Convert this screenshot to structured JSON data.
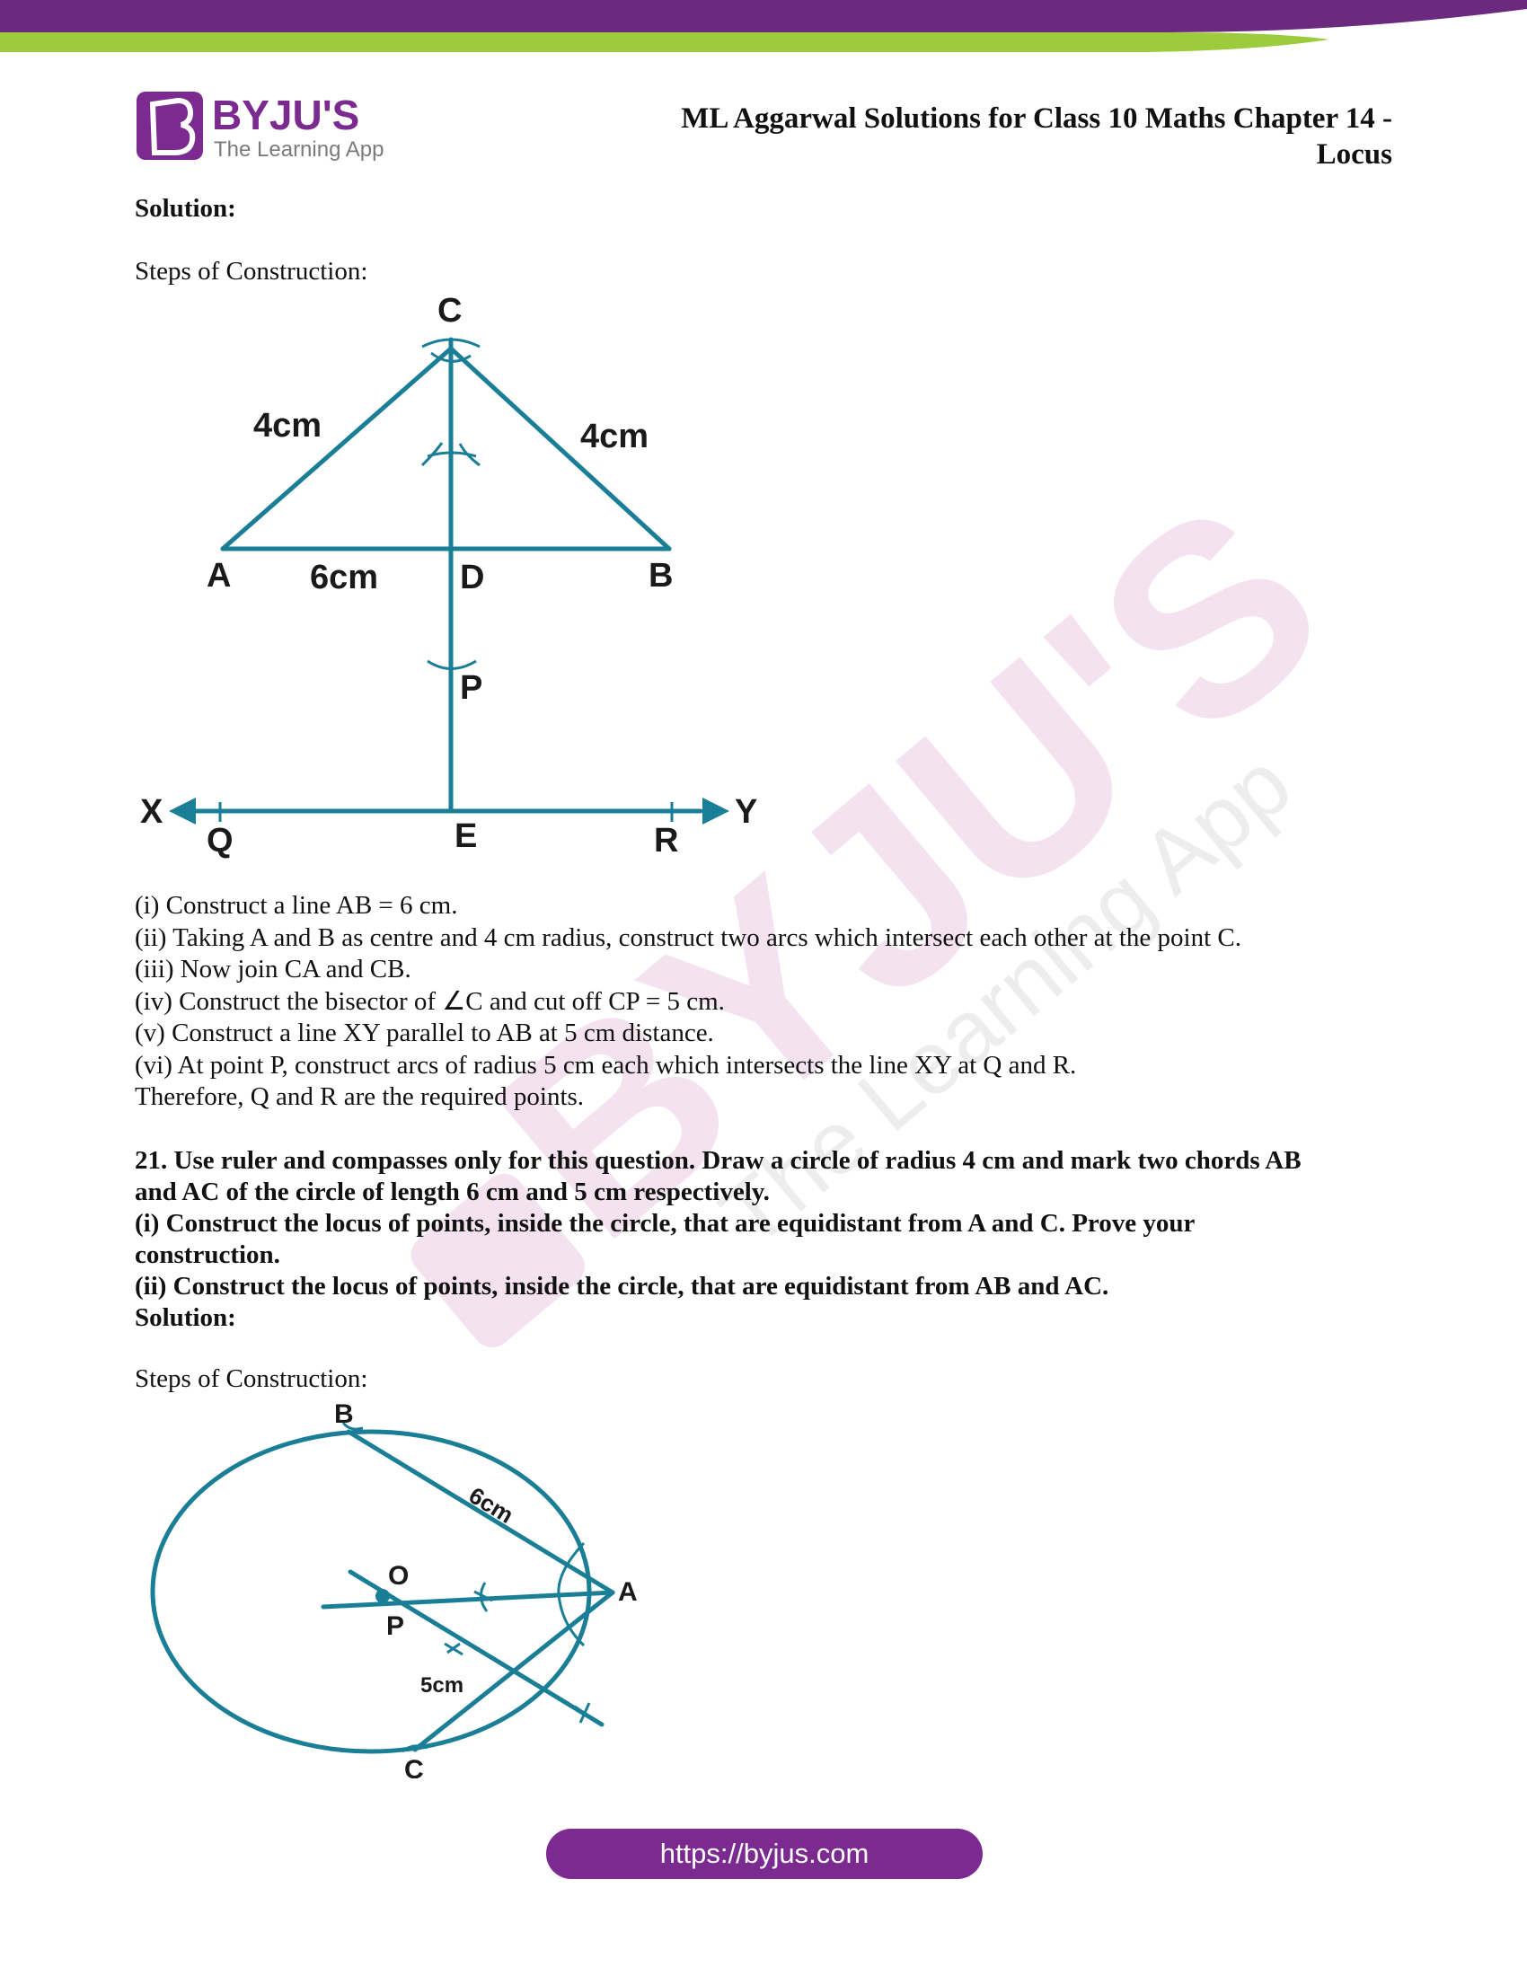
{
  "header": {
    "logo_brand": "BYJU'S",
    "logo_tagline": "The Learning App",
    "title_line1": "ML Aggarwal Solutions for Class 10 Maths Chapter 14 -",
    "title_line2": "Locus"
  },
  "section1": {
    "solution_label": "Solution:",
    "steps_heading": "Steps of Construction:",
    "figure_labels": {
      "C": "C",
      "A": "A",
      "B": "B",
      "D": "D",
      "P": "P",
      "X": "X",
      "Y": "Y",
      "Q": "Q",
      "E": "E",
      "R": "R",
      "len_ac": "4cm",
      "len_bc": "4cm",
      "len_ab": "6cm"
    },
    "steps": [
      "(i) Construct a line AB = 6 cm.",
      "(ii) Taking A and B as centre and 4 cm radius, construct two arcs which intersect each other at the point C.",
      "(iii) Now join CA and CB.",
      "(iv) Construct the bisector of ∠C and cut off CP = 5 cm.",
      "(v) Construct a line XY parallel to AB at 5 cm distance.",
      "(vi) At point P, construct arcs of radius 5 cm each which intersects the line XY at Q and R.",
      "Therefore, Q and R are the required points."
    ]
  },
  "question21": {
    "lines": [
      "21. Use ruler and compasses only for this question. Draw a circle of radius 4 cm and mark two chords AB",
      "and AC of the circle of length 6 cm and 5 cm respectively.",
      "(i) Construct the locus of points, inside the circle, that are equidistant from A and C. Prove your",
      "construction.",
      "(ii) Construct the locus of points, inside the circle, that are equidistant from AB and AC."
    ],
    "solution_label": "Solution:"
  },
  "section2": {
    "steps_heading": "Steps of Construction:",
    "figure_labels": {
      "B": "B",
      "A": "A",
      "C": "C",
      "O": "O",
      "P": "P",
      "len_ab": "6cm",
      "len_ac": "5cm"
    }
  },
  "footer": {
    "url": "https://byjus.com"
  },
  "colors": {
    "band_purple": "#6b2a7e",
    "band_green": "#9ccc3c",
    "figure_teal": "#1a7f96",
    "logo_purple": "#7b2a8f",
    "footer_purple": "#7b2a8f"
  }
}
